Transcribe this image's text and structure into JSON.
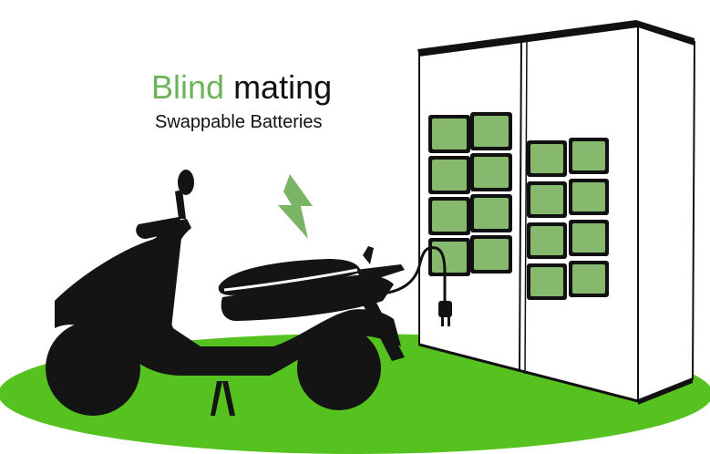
{
  "heading": {
    "word1": "Blind",
    "word2": " mating",
    "subtitle": "Swappable Batteries"
  },
  "icons": [
    "scooter-icon",
    "lightning-bolt-icon",
    "plug-icon",
    "battery-cabinet"
  ],
  "colors": {
    "ground": "#55c21f",
    "battery_fill": "#86b96d",
    "bolt": "#79b565",
    "accent_text": "#6db35a",
    "scooter": "#141414"
  }
}
